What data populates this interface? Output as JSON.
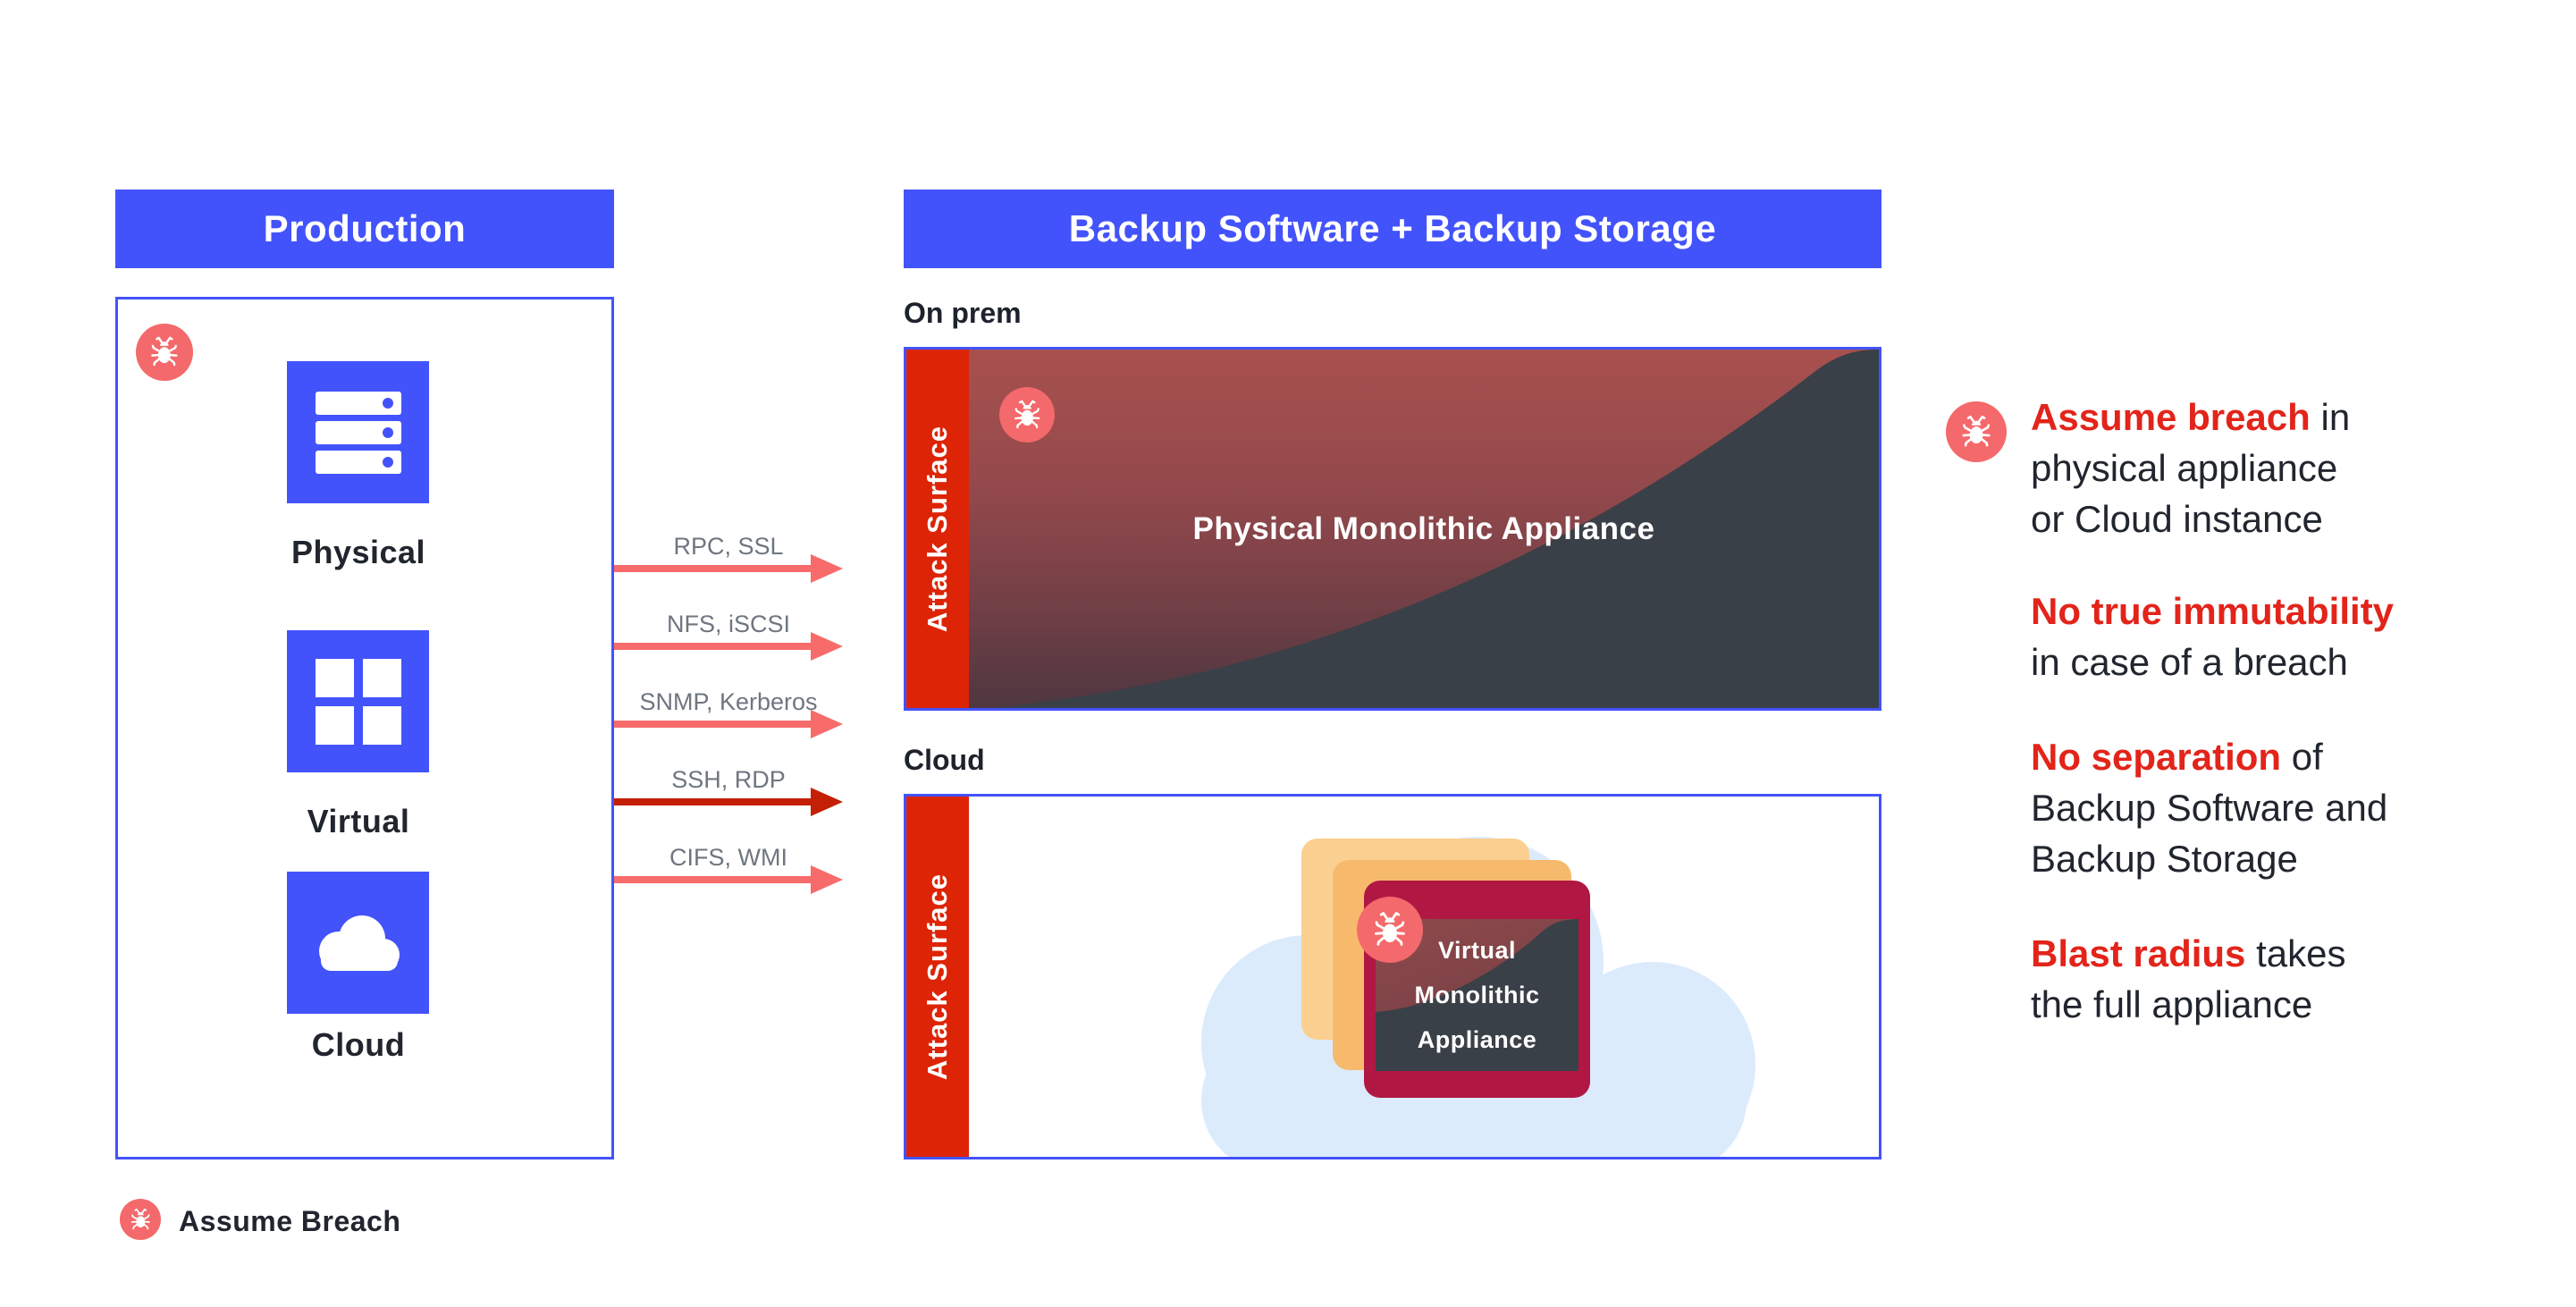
{
  "colors": {
    "accent_blue": "#4353FB",
    "attack_red": "#DD2407",
    "arrow_salmon": "#F76B6B",
    "arrow_dark_red": "#C42005",
    "bug_salmon": "#F4696B",
    "crimson_card": "#B01843",
    "orange_card_back": "#FBCF8F",
    "orange_card_mid": "#F7BA6D",
    "cloud_light_blue": "#DCEBFC",
    "dark_slate": "#3A4047",
    "text_dark": "#21252E",
    "text_red": "#E2241A",
    "arrow_label_gray": "#6F7680"
  },
  "production": {
    "header": "Production",
    "items": [
      {
        "label": "Physical",
        "icon": "server-icon"
      },
      {
        "label": "Virtual",
        "icon": "grid-icon"
      },
      {
        "label": "Cloud",
        "icon": "cloud-icon"
      }
    ]
  },
  "arrows": [
    {
      "label": "RPC, SSL",
      "emphasis": false
    },
    {
      "label": "NFS, iSCSI",
      "emphasis": false
    },
    {
      "label": "SNMP, Kerberos",
      "emphasis": false
    },
    {
      "label": "SSH, RDP",
      "emphasis": true
    },
    {
      "label": "CIFS, WMI",
      "emphasis": false
    }
  ],
  "backup": {
    "header": "Backup Software + Backup Storage",
    "onprem": {
      "label": "On prem",
      "attack_surface": "Attack Surface",
      "appliance": "Physical Monolithic Appliance"
    },
    "cloud": {
      "label": "Cloud",
      "attack_surface": "Attack Surface",
      "appliance_lines": [
        "Virtual",
        "Monolithic",
        "Appliance"
      ]
    }
  },
  "annotations": [
    {
      "highlight": "Assume breach",
      "rest": " in",
      "lines": [
        "physical appliance",
        "or Cloud instance"
      ]
    },
    {
      "highlight": "No true immutability",
      "rest": "",
      "lines": [
        "in case of a breach"
      ]
    },
    {
      "highlight": "No separation",
      "rest": " of",
      "lines": [
        "Backup Software and",
        "Backup Storage"
      ]
    },
    {
      "highlight": "Blast radius",
      "rest": " takes",
      "lines": [
        "the full appliance"
      ]
    }
  ],
  "legend": {
    "label": "Assume Breach"
  }
}
